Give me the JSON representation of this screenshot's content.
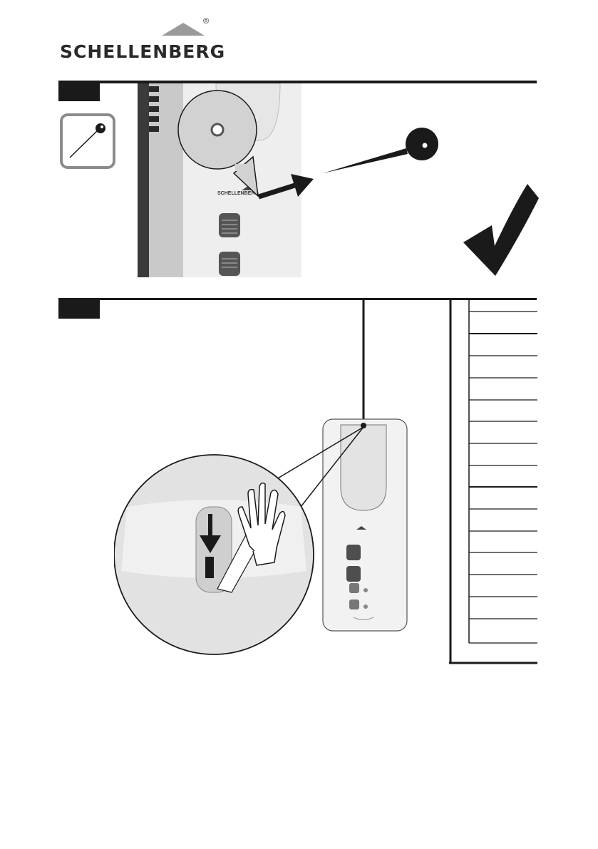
{
  "brand": {
    "name": "SCHELLENBERG",
    "trademark": "®",
    "device_label": "SCHELLENBERG"
  },
  "step1": {
    "tool_icon": "pin-icon",
    "result_icon": "check-mark-icon"
  },
  "step2": {
    "action_icon": "hand-icon",
    "checklist_rows": 15
  },
  "colors": {
    "ink": "#1a1a1a",
    "logo_roof": "#9a9a9a",
    "panel_gray": "#d9d9d9",
    "device_white": "#f2f2f2"
  }
}
